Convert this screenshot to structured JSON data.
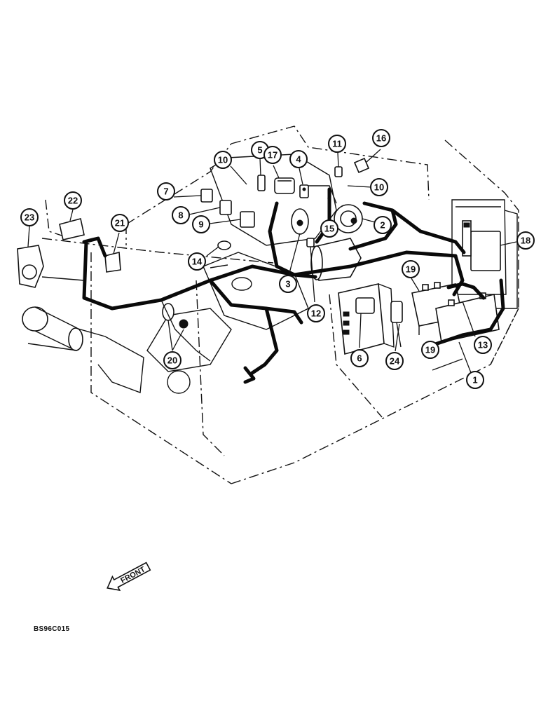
{
  "callouts": {
    "c1": "1",
    "c2": "2",
    "c3": "3",
    "c4": "4",
    "c5": "5",
    "c6": "6",
    "c7": "7",
    "c8": "8",
    "c9": "9",
    "c10a": "10",
    "c10b": "10",
    "c11": "11",
    "c12": "12",
    "c13": "13",
    "c14": "14",
    "c15": "15",
    "c16": "16",
    "c17": "17",
    "c18": "18",
    "c19a": "19",
    "c19b": "19",
    "c20": "20",
    "c21": "21",
    "c22": "22",
    "c23": "23",
    "c24": "24"
  },
  "front_arrow_label": "FRONT",
  "drawing_code": "BS96C015"
}
